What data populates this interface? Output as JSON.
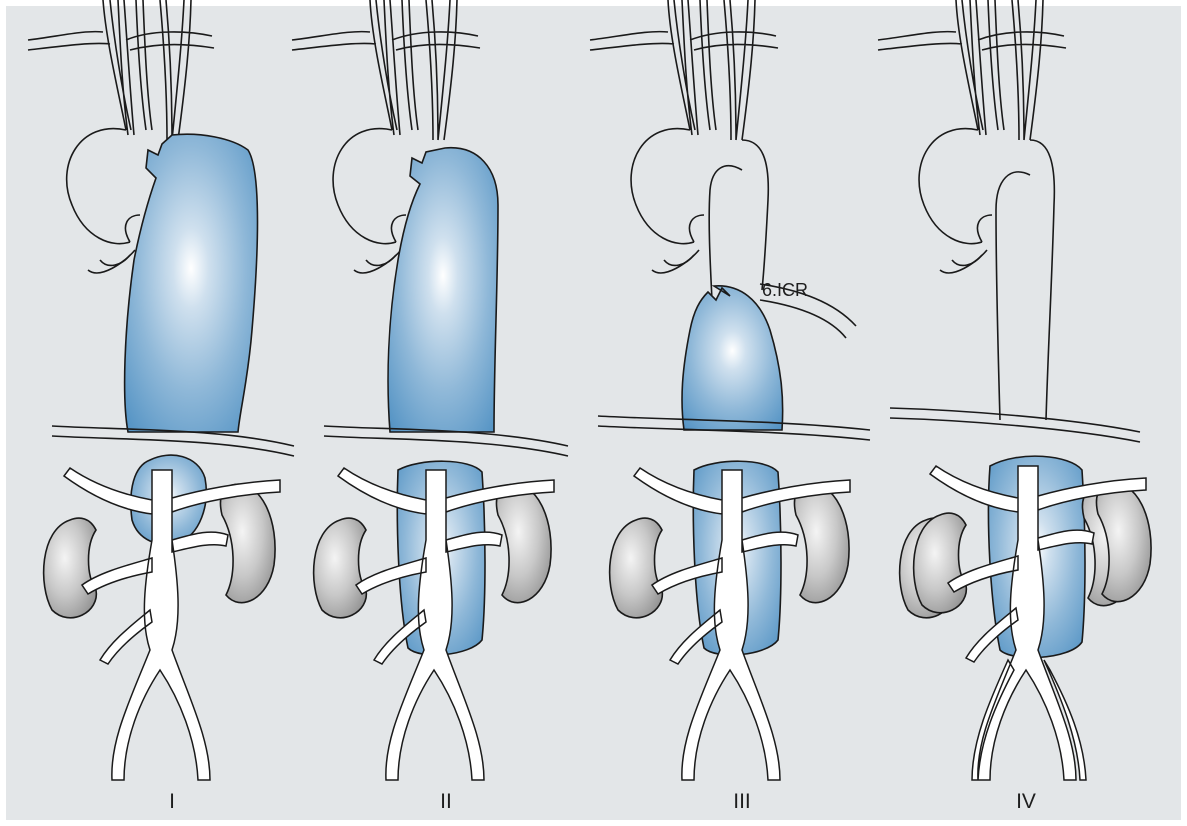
{
  "figure": {
    "background_color": "#e3e6e8",
    "outline_color": "#1a1a1a",
    "aneurysm_gradient": [
      "#ffffff",
      "#cfe0ee",
      "#8fb8d8",
      "#4d8fc2"
    ],
    "kidney_gradient": [
      "#f4f4f4",
      "#c8c8c8",
      "#8d8d8d"
    ],
    "panels": [
      {
        "label": "I"
      },
      {
        "label": "II"
      },
      {
        "label": "III",
        "annotation": "6.ICR"
      },
      {
        "label": "IV"
      }
    ]
  }
}
